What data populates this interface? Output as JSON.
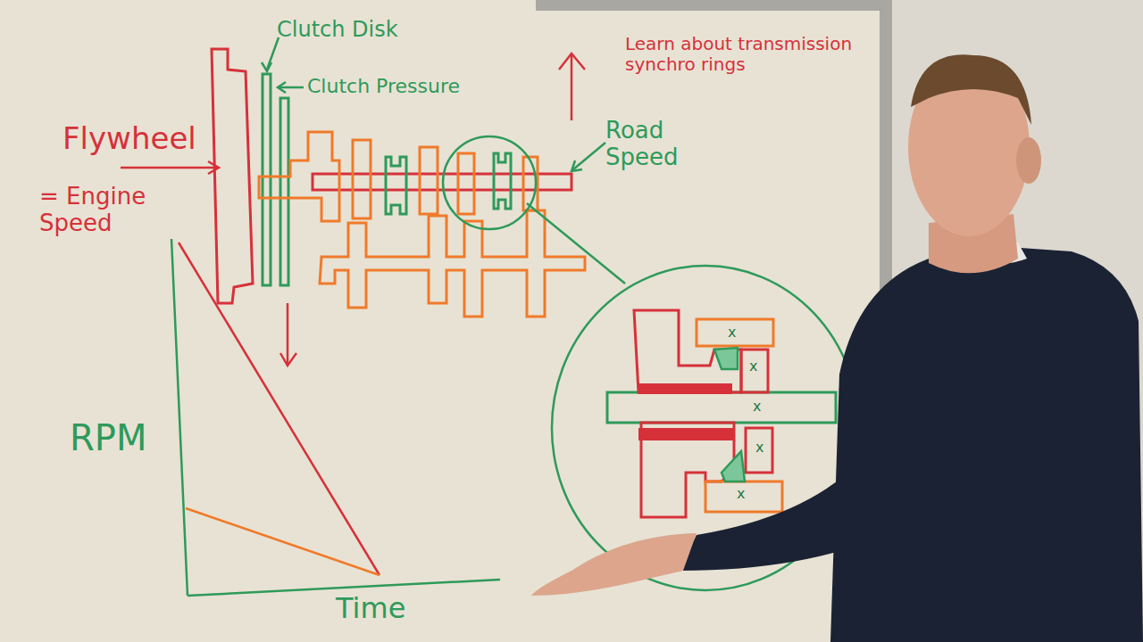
{
  "diagram": {
    "labels": [
      "Clutch Disk",
      "Clutch Pressure",
      "Flywheel",
      "= Engine Speed",
      "Road Speed",
      "Learn about transmission synchro rings",
      "RPM",
      "Time",
      "x",
      "x",
      "x",
      "x",
      "x"
    ]
  }
}
